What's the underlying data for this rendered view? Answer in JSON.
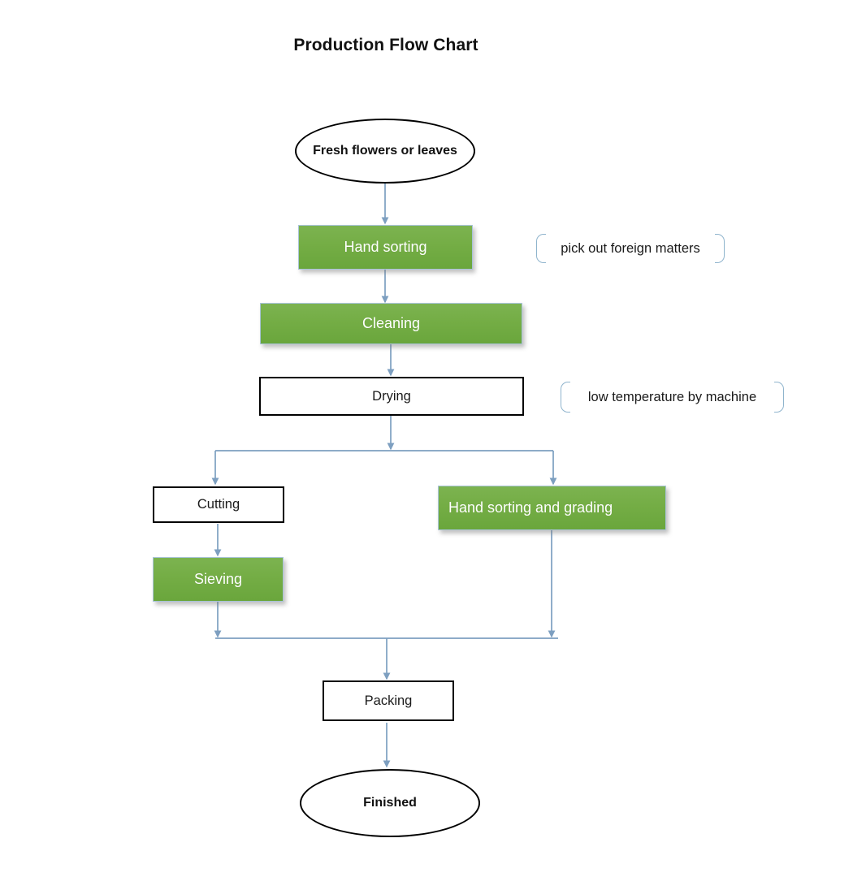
{
  "title": "Production Flow Chart",
  "colors": {
    "green_fill": "#74ad45",
    "green_fill_light": "#7cb350",
    "box_border_black": "#000000",
    "connector_blue": "#7d9fc0",
    "annotation_brace": "#8fb4cd",
    "text_dark": "#1a1a1a",
    "text_white": "#ffffff",
    "background": "#ffffff"
  },
  "nodes": {
    "start": {
      "label": "Fresh flowers or leaves",
      "shape": "ellipse",
      "style": "white"
    },
    "hand_sorting": {
      "label": "Hand sorting",
      "shape": "rectangle",
      "style": "green"
    },
    "cleaning": {
      "label": "Cleaning",
      "shape": "rectangle",
      "style": "green"
    },
    "drying": {
      "label": "Drying",
      "shape": "rectangle",
      "style": "white"
    },
    "cutting": {
      "label": "Cutting",
      "shape": "rectangle",
      "style": "white"
    },
    "hand_sorting_grading": {
      "label": "Hand sorting and grading",
      "shape": "rectangle",
      "style": "green"
    },
    "sieving": {
      "label": "Sieving",
      "shape": "rectangle",
      "style": "green"
    },
    "packing": {
      "label": "Packing",
      "shape": "rectangle",
      "style": "white"
    },
    "finished": {
      "label": "Finished",
      "shape": "ellipse",
      "style": "white"
    }
  },
  "annotations": {
    "hand_sorting_note": {
      "label": "pick out foreign matters",
      "attached_to": "hand_sorting"
    },
    "drying_note": {
      "label": "low temperature by machine",
      "attached_to": "drying"
    }
  },
  "flow": {
    "edges": [
      {
        "from": "start",
        "to": "hand_sorting"
      },
      {
        "from": "hand_sorting",
        "to": "cleaning"
      },
      {
        "from": "cleaning",
        "to": "drying"
      },
      {
        "from": "drying",
        "to": "cutting"
      },
      {
        "from": "drying",
        "to": "hand_sorting_grading"
      },
      {
        "from": "cutting",
        "to": "sieving"
      },
      {
        "from": "sieving",
        "to": "packing"
      },
      {
        "from": "hand_sorting_grading",
        "to": "packing"
      },
      {
        "from": "packing",
        "to": "finished"
      }
    ]
  }
}
